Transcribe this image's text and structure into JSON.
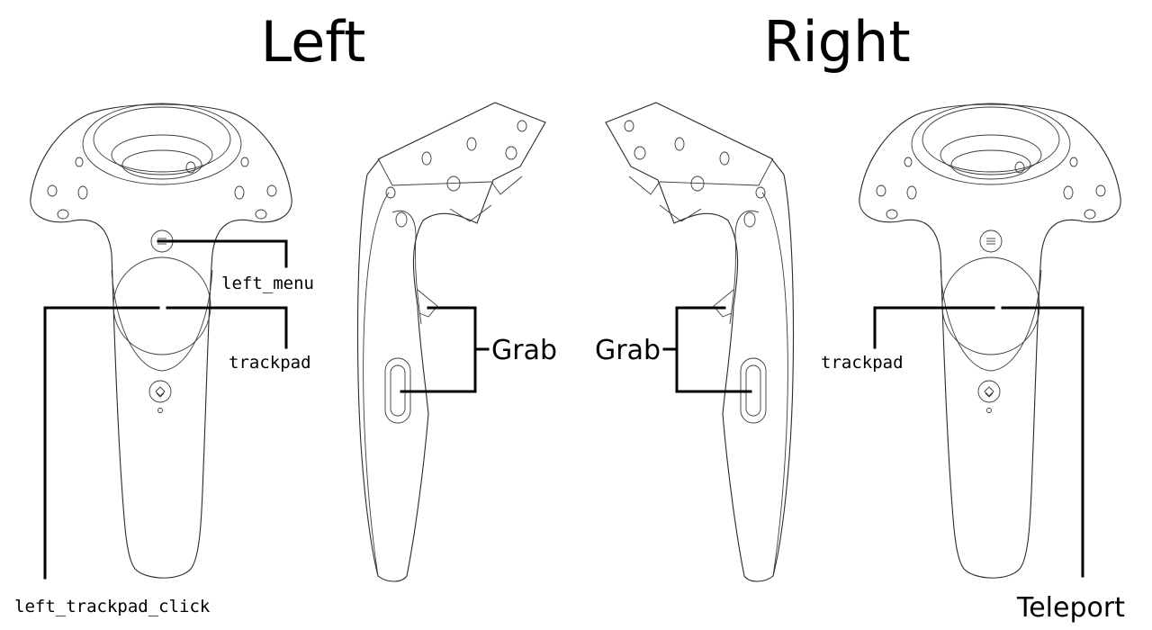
{
  "titles": {
    "left": "Left",
    "right": "Right"
  },
  "labels": {
    "left_menu": "left_menu",
    "left_trackpad": "trackpad",
    "left_trackpad_click": "left_trackpad_click",
    "left_grab": "Grab",
    "right_grab": "Grab",
    "right_trackpad": "trackpad",
    "teleport": "Teleport"
  },
  "icons": {
    "menu": "menu-button-icon",
    "system": "system-button-icon"
  }
}
